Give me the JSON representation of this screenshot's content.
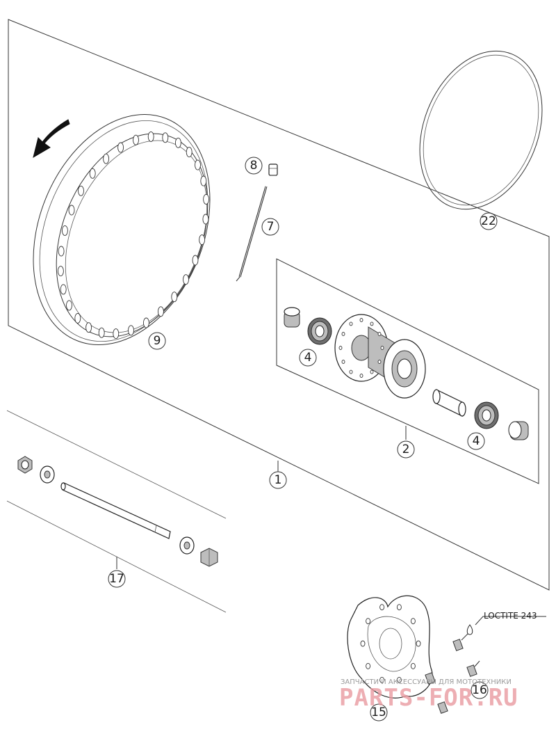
{
  "callouts": [
    {
      "id": "c1",
      "label": "1"
    },
    {
      "id": "c2",
      "label": "2"
    },
    {
      "id": "c4a",
      "label": "4"
    },
    {
      "id": "c4b",
      "label": "4"
    },
    {
      "id": "c7",
      "label": "7"
    },
    {
      "id": "c8",
      "label": "8"
    },
    {
      "id": "c9",
      "label": "9"
    },
    {
      "id": "c15",
      "label": "15"
    },
    {
      "id": "c16",
      "label": "16"
    },
    {
      "id": "c17",
      "label": "17"
    },
    {
      "id": "c22",
      "label": "22"
    }
  ],
  "note": {
    "text": "LOCTITE 243"
  },
  "watermark": {
    "subtitle": "ЗАПЧАСТИ И АКСЕССУАРЫ ДЛЯ МОТОТЕХНИКИ",
    "brand": "PARTS-FOR.RU"
  },
  "icons": {
    "rotation_arrow": "rotation-direction-arrow-icon"
  }
}
